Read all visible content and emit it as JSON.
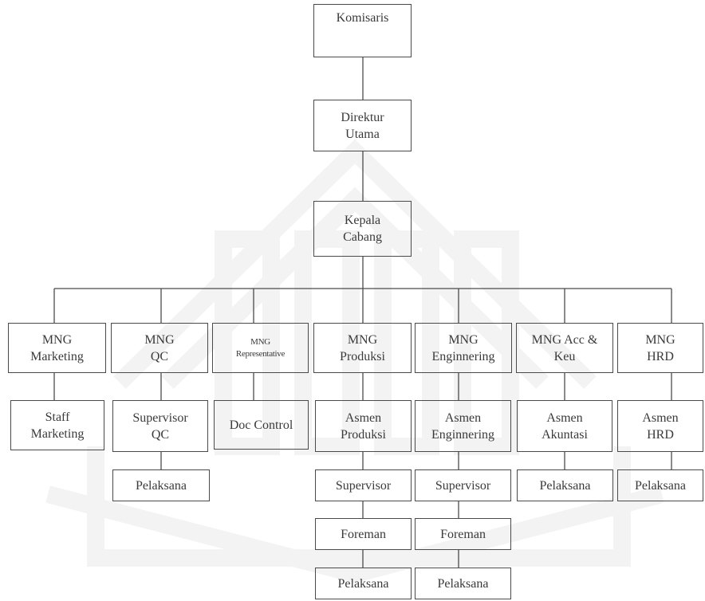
{
  "org_chart": {
    "level1": {
      "komisaris": "Komisaris"
    },
    "level2": {
      "direktur_utama": "Direktur\nUtama"
    },
    "level3": {
      "kepala_cabang": "Kepala\nCabang"
    },
    "managers": {
      "marketing": "MNG\nMarketing",
      "qc": "MNG\nQC",
      "representative": "MNG\nRepresentative",
      "produksi": "MNG\nProduksi",
      "enginnering": "MNG\nEnginnering",
      "acc_keu": "MNG Acc &\nKeu",
      "hrd": "MNG\nHRD"
    },
    "level5": {
      "staff_marketing": "Staff\nMarketing",
      "supervisor_qc": "Supervisor\nQC",
      "doc_control": "Doc Control",
      "asmen_produksi": "Asmen\nProduksi",
      "asmen_enginnering": "Asmen\nEnginnering",
      "asmen_akuntasi": "Asmen\nAkuntasi",
      "asmen_hrd": "Asmen\nHRD"
    },
    "level6": {
      "pelaksana_qc": "Pelaksana",
      "supervisor_produksi": "Supervisor",
      "supervisor_enginnering": "Supervisor",
      "pelaksana_akuntasi": "Pelaksana",
      "pelaksana_hrd": "Pelaksana"
    },
    "level7": {
      "foreman_produksi": "Foreman",
      "foreman_enginnering": "Foreman"
    },
    "level8": {
      "pelaksana_produksi": "Pelaksana",
      "pelaksana_enginnering": "Pelaksana"
    }
  },
  "colors": {
    "line": "#4a4a4a",
    "text": "#3a3a3a",
    "watermark": "#f4f4f4"
  }
}
